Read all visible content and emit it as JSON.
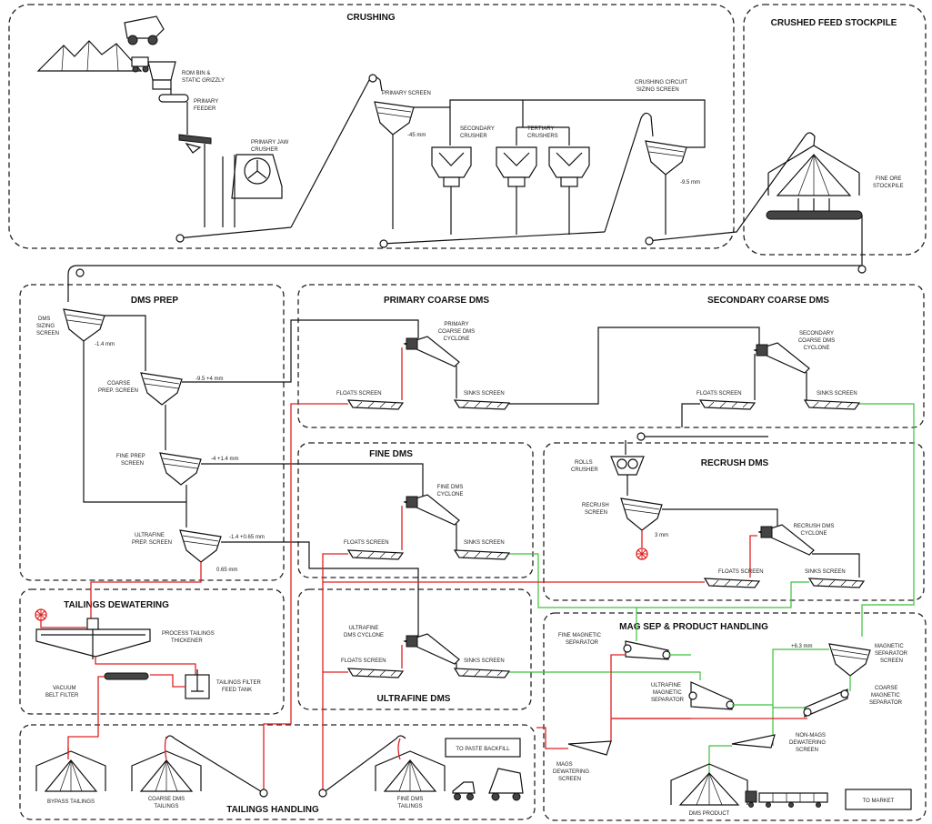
{
  "sections": {
    "crushing": "CRUSHING",
    "stockpile": "CRUSHED FEED STOCKPILE",
    "dms_prep": "DMS PREP",
    "primary_coarse_dms": "PRIMARY COARSE DMS",
    "secondary_coarse_dms": "SECONDARY COARSE DMS",
    "fine_dms": "FINE DMS",
    "recrush_dms": "RECRUSH DMS",
    "tailings_dewatering": "TAILINGS DEWATERING",
    "ultrafine_dms": "ULTRAFINE DMS",
    "mag_sep": "MAG SEP & PRODUCT HANDLING",
    "tailings_handling": "TAILINGS HANDLING"
  },
  "labels": {
    "rom_bin_1": "ROM BIN &",
    "rom_bin_2": "STATIC GRIZZLY",
    "primary_feeder_1": "PRIMARY",
    "primary_feeder_2": "FEEDER",
    "jaw_1": "PRIMARY JAW",
    "jaw_2": "CRUSHER",
    "primary_screen": "PRIMARY SCREEN",
    "minus_45": "-45 mm",
    "secondary_crusher_1": "SECONDARY",
    "secondary_crusher_2": "CRUSHER",
    "tertiary_1": "TERTIARY",
    "tertiary_2": "CRUSHERS",
    "sizing_1": "CRUSHING CIRCUIT",
    "sizing_2": "SIZING SCREEN",
    "minus_9_5": "-9.5 mm",
    "fine_ore_1": "FINE ORE",
    "fine_ore_2": "STOCKPILE",
    "dms_sizing_1": "DMS",
    "dms_sizing_2": "SIZING",
    "dms_sizing_3": "SCREEN",
    "minus_1_4": "-1.4 mm",
    "coarse_prep_1": "COARSE",
    "coarse_prep_2": "PREP. SCREEN",
    "size_9_5_4": "-9.5 +4 mm",
    "fine_prep_1": "FINE PREP",
    "fine_prep_2": "SCREEN",
    "size_4_1_4": "-4 +1.4 mm",
    "ultrafine_prep_1": "ULTRAFINE",
    "ultrafine_prep_2": "PREP. SCREEN",
    "size_1_4_065": "-1.4 +0.65 mm",
    "minus_065": "0.65 mm",
    "pc_cyclone_1": "PRIMARY",
    "pc_cyclone_2": "COARSE DMS",
    "pc_cyclone_3": "CYCLONE",
    "floats_screen": "FLOATS SCREEN",
    "sinks_screen": "SINKS SCREEN",
    "sc_cyclone_1": "SECONDARY",
    "sc_cyclone_2": "COARSE DMS",
    "sc_cyclone_3": "CYCLONE",
    "fine_cyclone_1": "FINE DMS",
    "fine_cyclone_2": "CYCLONE",
    "rolls_1": "ROLLS",
    "rolls_2": "CRUSHER",
    "recrush_screen_1": "RECRUSH",
    "recrush_screen_2": "SCREEN",
    "size_3": "3 mm",
    "recrush_cyclone_1": "RECRUSH DMS",
    "recrush_cyclone_2": "CYCLONE",
    "process_thickener_1": "PROCESS TAILINGS",
    "process_thickener_2": "THICKENER",
    "vacuum_1": "VACUUM",
    "vacuum_2": "BELT FILTER",
    "filter_tank_1": "TAILINGS FILTER",
    "filter_tank_2": "FEED TANK",
    "uf_cyclone_1": "ULTRAFINE",
    "uf_cyclone_2": "DMS CYCLONE",
    "fine_mag_1": "FINE MAGNETIC",
    "fine_mag_2": "SEPARATOR",
    "mag_screen_1": "MAGNETIC",
    "mag_screen_2": "SEPARATOR",
    "mag_screen_3": "SCREEN",
    "plus_6_3": "+6.3 mm",
    "uf_mag_1": "ULTRAFINE",
    "uf_mag_2": "MAGNETIC",
    "uf_mag_3": "SEPARATOR",
    "coarse_mag_1": "COARSE",
    "coarse_mag_2": "MAGNETIC",
    "coarse_mag_3": "SEPARATOR",
    "nonmags_1": "NON-MAGS",
    "nonmags_2": "DEWATERING",
    "nonmags_3": "SCREEN",
    "mags_1": "MAGS",
    "mags_2": "DEWATERING",
    "mags_3": "SCREEN",
    "dms_product": "DMS PRODUCT",
    "to_market": "TO MARKET",
    "to_paste": "TO PASTE BACKFILL",
    "bypass": "BYPASS TAILINGS",
    "coarse_tails_1": "COARSE DMS",
    "coarse_tails_2": "TAILINGS",
    "fine_tails_1": "FINE DMS",
    "fine_tails_2": "TAILINGS"
  },
  "colors": {
    "stroke": "#111111",
    "reject_flow": "#e02020",
    "product_flow": "#3cc03c"
  }
}
